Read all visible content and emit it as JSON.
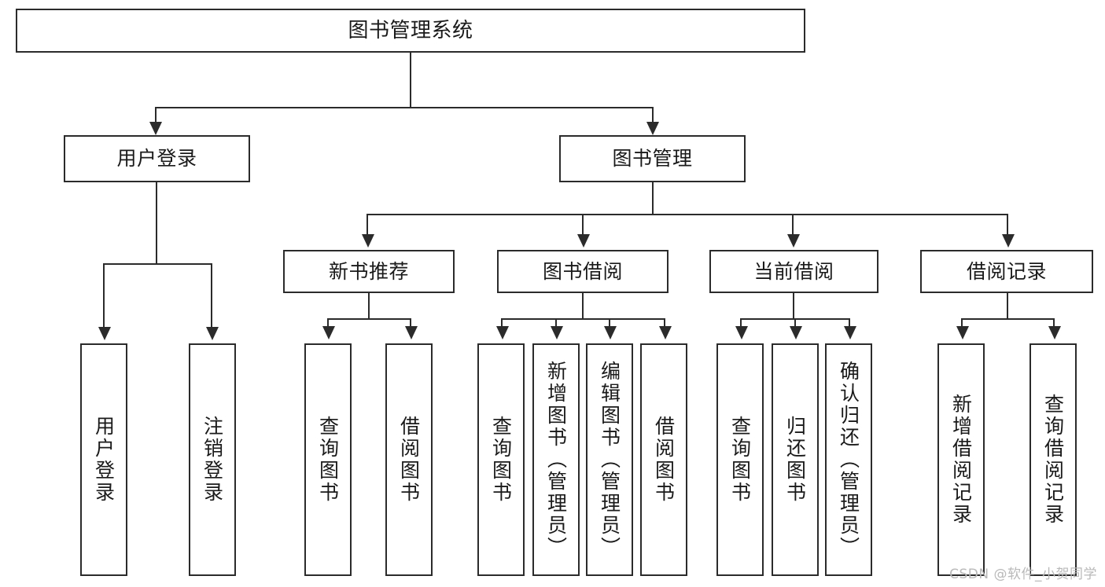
{
  "diagram": {
    "type": "tree",
    "title": "图书管理系统",
    "orientation": "top-down",
    "levels": 3,
    "colors": {
      "box_border": "#2b2b2b",
      "box_fill": "#ffffff",
      "connector": "#2b2b2b",
      "text": "#1a1a1a",
      "watermark": "#b9b9b9"
    }
  },
  "root": {
    "label": "图书管理系统"
  },
  "level2": [
    {
      "label": "用户登录"
    },
    {
      "label": "图书管理"
    }
  ],
  "level3": [
    {
      "label": "新书推荐"
    },
    {
      "label": "图书借阅"
    },
    {
      "label": "当前借阅"
    },
    {
      "label": "借阅记录"
    }
  ],
  "leaves": {
    "user_login": [
      {
        "label": "用户登录"
      },
      {
        "label": "注销登录"
      }
    ],
    "new_book_recommend": [
      {
        "label": "查询图书"
      },
      {
        "label": "借阅图书"
      }
    ],
    "book_borrow": [
      {
        "label": "查询图书"
      },
      {
        "label": "新增图书（管理员）"
      },
      {
        "label": "编辑图书（管理员）"
      },
      {
        "label": "借阅图书"
      }
    ],
    "current_borrow": [
      {
        "label": "查询图书"
      },
      {
        "label": "归还图书"
      },
      {
        "label": "确认归还（管理员）"
      }
    ],
    "borrow_record": [
      {
        "label": "新增借阅记录"
      },
      {
        "label": "查询借阅记录"
      }
    ]
  },
  "watermark": {
    "text": "CSDN @软件_小贺同学"
  }
}
